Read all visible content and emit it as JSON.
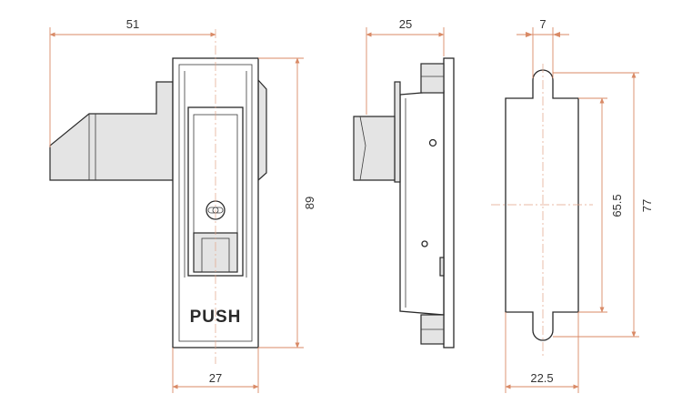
{
  "labels": {
    "push": "PUSH"
  },
  "dimensions": {
    "front_extension_width": "51",
    "front_body_width": "27",
    "front_height": "89",
    "side_depth": "25",
    "back_tab_width": "7",
    "back_body_width": "22.5",
    "back_slot_height": "65.5",
    "back_total_height": "77"
  },
  "colors": {
    "dimension_line": "#d98a66",
    "outline": "#2a2a2a"
  }
}
